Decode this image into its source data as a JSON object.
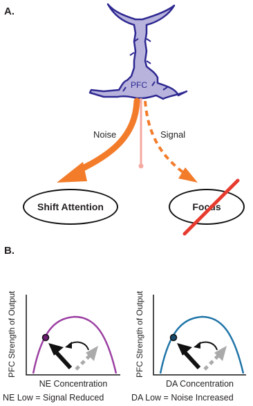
{
  "panel_a": {
    "label": "A.",
    "neuron_label": "PFC",
    "noise_label": "Noise",
    "signal_label": "Signal",
    "left_oval_text": "Shift Attention",
    "right_oval_text": "Focus",
    "colors": {
      "neuron_fill": "#b7b3dc",
      "neuron_stroke": "#2e2891",
      "noise_arrow": "#f37c2b",
      "signal_arrow": "#f37c2b",
      "stem": "#f4a9a1",
      "cross_out": "#e63b2e"
    }
  },
  "panel_b": {
    "label": "B.",
    "left_chart": {
      "ylabel": "PFC Strength of Output",
      "xlabel": "NE Concentration",
      "caption": "NE Low = Signal Reduced",
      "curve_color": "#9c3fa2",
      "marker_color": "#6a1d6e"
    },
    "right_chart": {
      "ylabel": "PFC Strength of Output",
      "xlabel": "DA Concentration",
      "caption": "DA Low = Noise Increased",
      "curve_color": "#1f74a8",
      "marker_color": "#174a6b"
    },
    "icons": {
      "black_arrow": "arrow-up-left-icon",
      "gray_dashed_arrow": "dashed-arrow-up-right-icon",
      "curved_arrow": "curved-arrow-left-icon"
    }
  }
}
